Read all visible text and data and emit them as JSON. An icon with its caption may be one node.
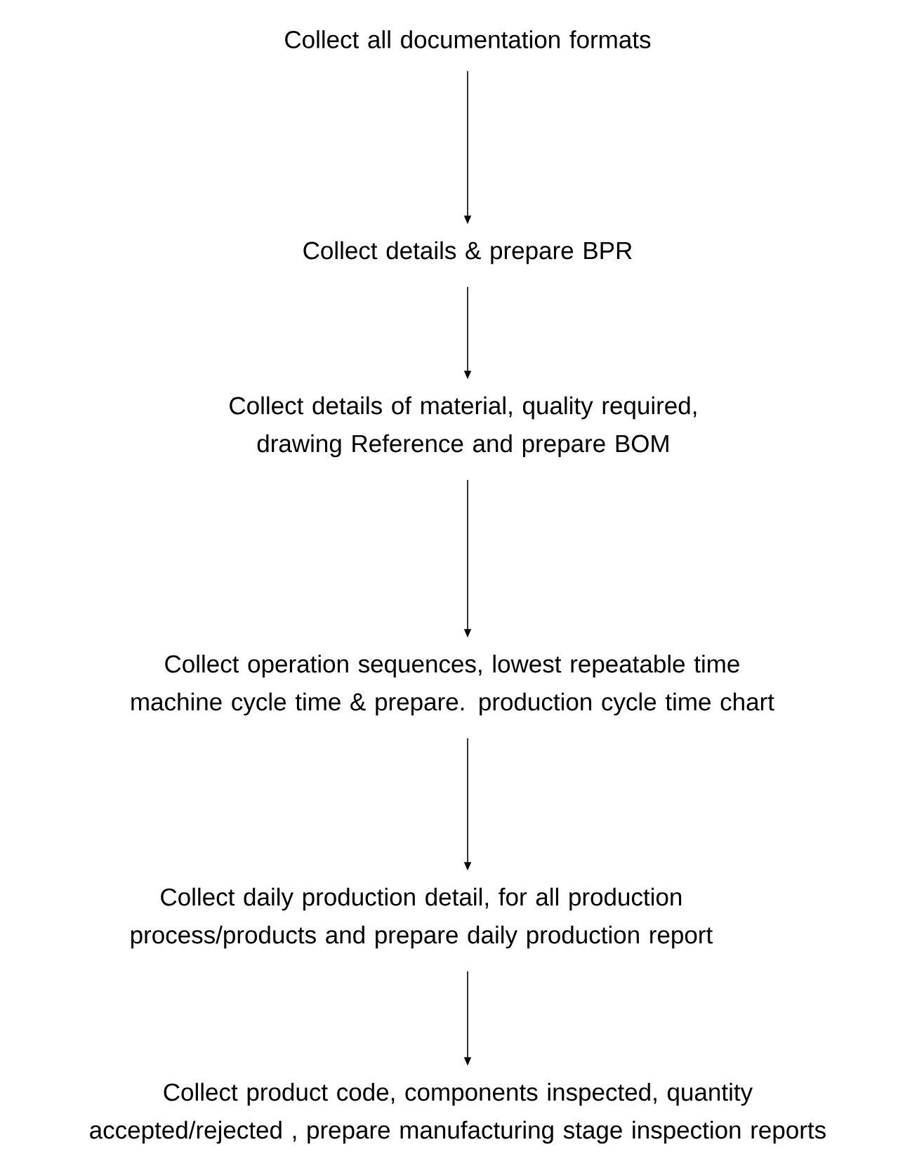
{
  "diagram": {
    "nodes": [
      {
        "text": [
          "Collect all documentation formats"
        ]
      },
      {
        "text": [
          "Collect details & prepare BPR"
        ]
      },
      {
        "text": [
          "Collect details of material, quality required, drawing Reference and prepare BOM"
        ]
      },
      {
        "text": [
          "Collect operation sequences, lowest repeatable time machine cycle time & prepare. production cycle time chart"
        ]
      },
      {
        "text": [
          "Collect daily production detail, for all production process/products and prepare daily production report"
        ]
      },
      {
        "text": [
          "Collect product code, components inspected, quantity accepted/rejected , prepare manufacturing stage inspection reports"
        ]
      }
    ],
    "edges": [
      {
        "from": 0,
        "to": 1,
        "arrow": "to"
      },
      {
        "from": 1,
        "to": 2,
        "arrow": "to"
      },
      {
        "from": 2,
        "to": 3,
        "arrow": "to"
      },
      {
        "from": 3,
        "to": 4,
        "arrow": "to"
      },
      {
        "from": 4,
        "to": 5,
        "arrow": "to"
      }
    ]
  }
}
